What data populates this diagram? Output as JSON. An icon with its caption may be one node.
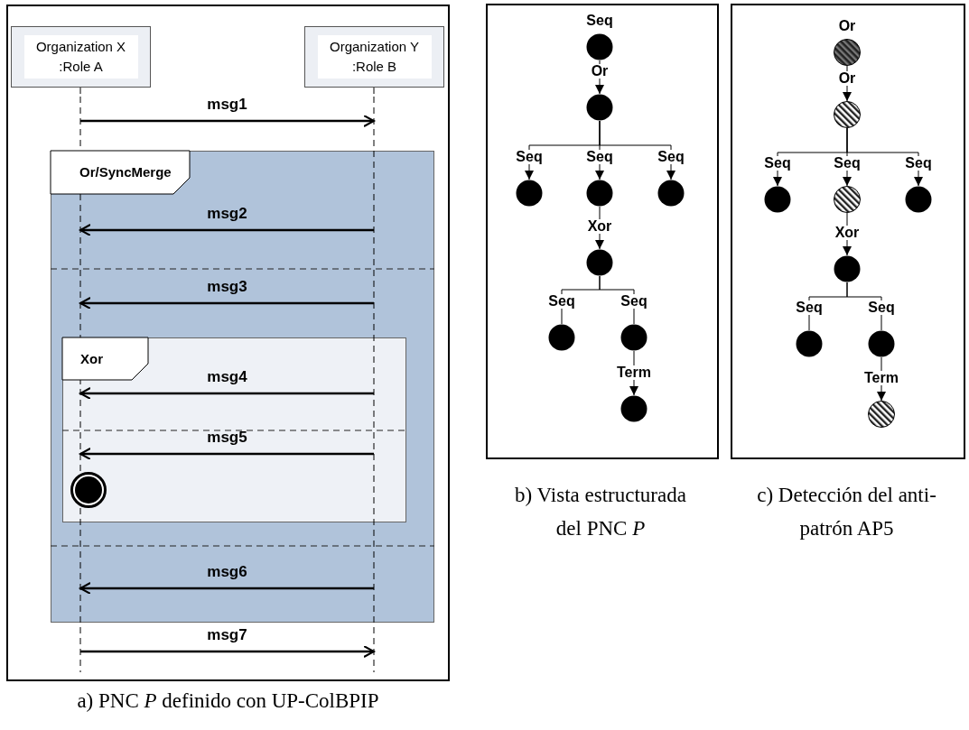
{
  "diagram": {
    "nodes": [
      {
        "text": [
          "Organization X :Role A"
        ]
      },
      {
        "text": [
          "Organization Y :Role B"
        ]
      },
      {
        "text": [
          "Or/SyncMerge"
        ]
      },
      {
        "text": [
          "Xor"
        ],
        "in": 2
      },
      {
        "text": [],
        "shape": "circle",
        "in": 3
      },
      {
        "text": [],
        "shape": "circle",
        "beside": [
          "Seq"
        ]
      },
      {
        "text": [],
        "shape": "circle"
      },
      {
        "text": [],
        "shape": "circle"
      },
      {
        "text": [],
        "shape": "circle"
      },
      {
        "text": [],
        "shape": "circle"
      },
      {
        "text": [],
        "shape": "circle"
      },
      {
        "text": [],
        "shape": "circle"
      },
      {
        "text": [],
        "shape": "circle"
      },
      {
        "text": [],
        "shape": "circle"
      },
      {
        "text": [],
        "shape": "circle",
        "beside": [
          "Or"
        ]
      },
      {
        "text": [],
        "shape": "circle"
      },
      {
        "text": [],
        "shape": "circle"
      },
      {
        "text": [],
        "shape": "circle"
      },
      {
        "text": [],
        "shape": "circle"
      },
      {
        "text": [],
        "shape": "circle"
      },
      {
        "text": [],
        "shape": "circle"
      },
      {
        "text": [],
        "shape": "circle"
      },
      {
        "text": [],
        "shape": "circle"
      },
      {
        "text": [],
        "shape": "bar"
      },
      {
        "text": [],
        "shape": "bar"
      }
    ],
    "edges": [
      {
        "from": 23,
        "to": 24,
        "arrow": "to",
        "label": "msg1"
      },
      {
        "from": 24,
        "to": 23,
        "arrow": "to",
        "label": "msg2"
      },
      {
        "from": 24,
        "to": 23,
        "arrow": "to",
        "label": "msg3"
      },
      {
        "from": 24,
        "to": 23,
        "arrow": "to",
        "label": "msg4"
      },
      {
        "from": 24,
        "to": 23,
        "arrow": "to",
        "label": "msg5"
      },
      {
        "from": 24,
        "to": 23,
        "arrow": "to",
        "label": "msg6"
      },
      {
        "from": 23,
        "to": 24,
        "arrow": "to",
        "label": "msg7"
      },
      {
        "from": 5,
        "to": 6,
        "arrow": "to",
        "label": "Or"
      },
      {
        "from": 6,
        "to": 7,
        "arrow": "to",
        "label": "Seq"
      },
      {
        "from": 6,
        "to": 8,
        "arrow": "to",
        "label": "Seq"
      },
      {
        "from": 6,
        "to": 9,
        "arrow": "to",
        "label": "Seq"
      },
      {
        "from": 8,
        "to": 10,
        "arrow": "to",
        "label": "Xor"
      },
      {
        "from": 10,
        "to": 11,
        "arrow": "none",
        "label": "Seq"
      },
      {
        "from": 10,
        "to": 12,
        "arrow": "none",
        "label": "Seq"
      },
      {
        "from": 12,
        "to": 13,
        "arrow": "to",
        "label": "Term"
      },
      {
        "from": 14,
        "to": 15,
        "arrow": "to",
        "label": "Or"
      },
      {
        "from": 15,
        "to": 16,
        "arrow": "to",
        "label": "Seq"
      },
      {
        "from": 15,
        "to": 17,
        "arrow": "to",
        "label": "Seq"
      },
      {
        "from": 15,
        "to": 18,
        "arrow": "to",
        "label": "Seq"
      },
      {
        "from": 17,
        "to": 19,
        "arrow": "to",
        "label": "Xor"
      },
      {
        "from": 19,
        "to": 20,
        "arrow": "none",
        "label": "Seq"
      },
      {
        "from": 19,
        "to": 21,
        "arrow": "none",
        "label": "Seq"
      },
      {
        "from": 21,
        "to": 22,
        "arrow": "to",
        "label": "Term"
      },
      {
        "from": 0,
        "to": 23,
        "arrow": "none",
        "style": "dashed"
      },
      {
        "from": 1,
        "to": 24,
        "arrow": "none",
        "style": "dashed"
      }
    ],
    "labels": [
      "a) PNC *P* definido con UP-ColBPIP",
      "b) Vista estructurada del PNC *P*",
      "c) Detección del anti-patrón AP5"
    ]
  }
}
